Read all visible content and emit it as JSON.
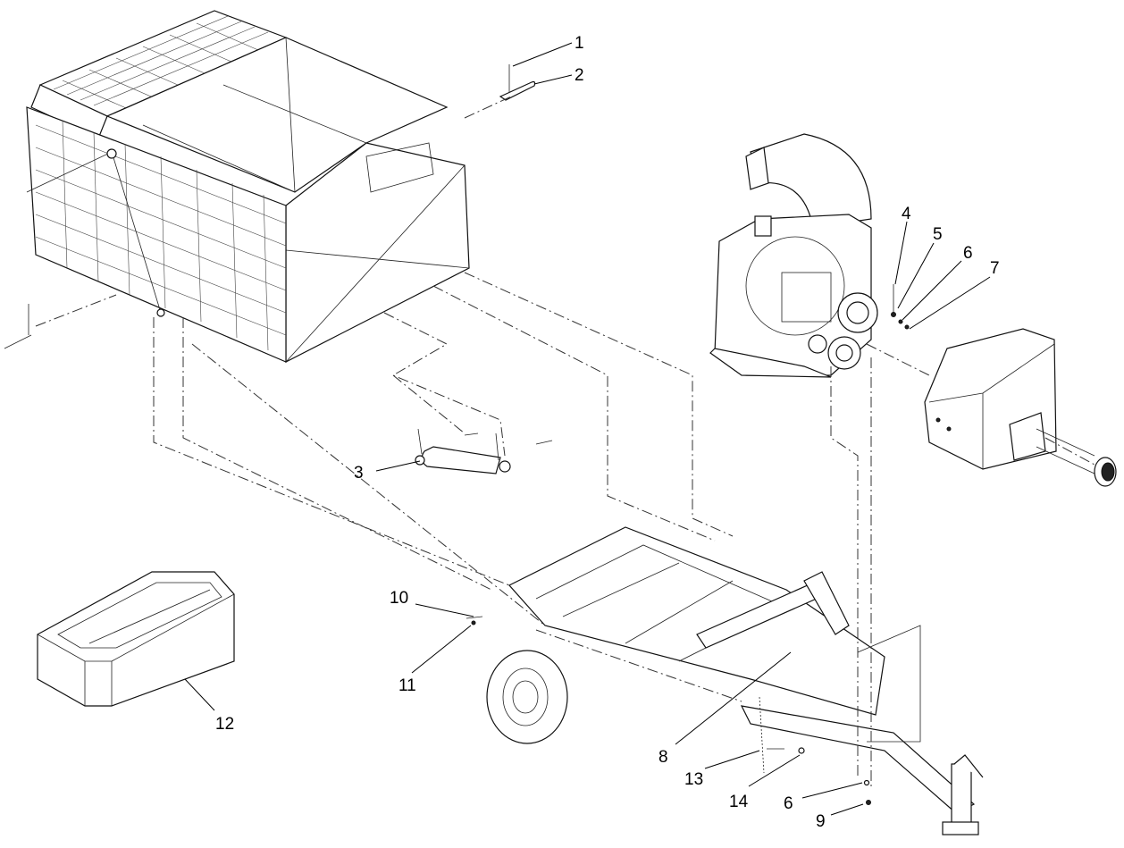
{
  "diagram": {
    "callouts": [
      {
        "id": "c1",
        "label": "1"
      },
      {
        "id": "c2",
        "label": "2"
      },
      {
        "id": "c3",
        "label": "3"
      },
      {
        "id": "c4",
        "label": "4"
      },
      {
        "id": "c5",
        "label": "5"
      },
      {
        "id": "c6a",
        "label": "6"
      },
      {
        "id": "c7",
        "label": "7"
      },
      {
        "id": "c8",
        "label": "8"
      },
      {
        "id": "c6b",
        "label": "6"
      },
      {
        "id": "c9",
        "label": "9"
      },
      {
        "id": "c10",
        "label": "10"
      },
      {
        "id": "c11",
        "label": "11"
      },
      {
        "id": "c12",
        "label": "12"
      },
      {
        "id": "c13",
        "label": "13"
      },
      {
        "id": "c14",
        "label": "14"
      }
    ]
  }
}
